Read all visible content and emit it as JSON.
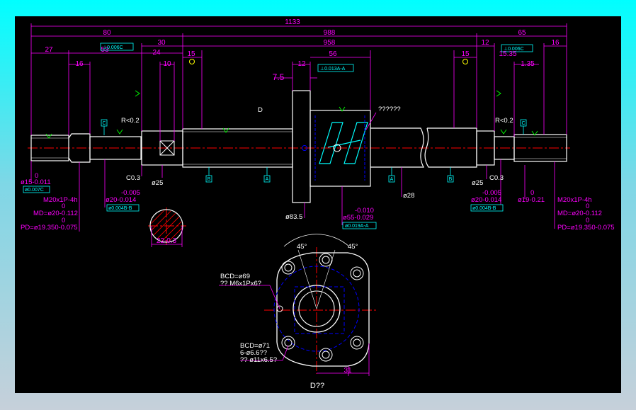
{
  "dims": {
    "overall": "1133",
    "left_80": "80",
    "center_988": "988",
    "right_65": "65",
    "d27": "27",
    "d53": "53",
    "d30": "30",
    "d24": "24",
    "d16_left": "16",
    "d10": "10",
    "d15_left": "15",
    "d958": "958",
    "d12_nut": "12",
    "d56": "56",
    "d7_5": "7.5",
    "d15_right": "15",
    "d12_right": "12",
    "d16_right": "16",
    "d15_35": "15.35",
    "d1_35": "1.35",
    "d31": "31",
    "d22": "22-0.3"
  },
  "notes": {
    "r_left": "R<0.2",
    "r_right": "R<0.2",
    "c03_left": "C0.3",
    "c03_right": "C0.3",
    "dia25_left": "ø25",
    "dia25_right": "ø25",
    "dia28": "ø28",
    "dia83": "ø83.5",
    "question_label": "??????",
    "d_label": "D",
    "view_title": "D??",
    "bcd69": "BCD=ø69",
    "m6": "?? M6x1Px6?",
    "bcd71": "BCD=ø71",
    "holes6": "6-ø6.6??",
    "cbore": "?? ø11x6.5?",
    "deg45_l": "45°",
    "deg45_r": "45°"
  },
  "tolerances": {
    "left_shaft": {
      "upper": "0",
      "value": "ø15-0.011",
      "frame": "ø0.007C"
    },
    "left_thread": {
      "spec": "M20x1P-4h",
      "md0": "0",
      "md": "MD=ø20-0.112",
      "pd0": "0",
      "pd": "PD=ø19.350-0.075"
    },
    "left_journal": {
      "upper": "-0.005",
      "value": "ø20-0.014",
      "frame": "ø0.004B-B"
    },
    "nut": {
      "upper": "-0.010",
      "value": "ø55-0.029",
      "frame": "ø0.019A-A"
    },
    "right_journal": {
      "upper": "-0.005",
      "value": "ø20-0.014",
      "frame": "ø0.004B-B"
    },
    "right_shaft": {
      "upper": "0",
      "value": "ø19-0.21"
    },
    "right_thread": {
      "spec": "M20x1P-4h",
      "md0": "0",
      "md": "MD=ø20-0.112",
      "pd0": "0",
      "pd": "PD=ø19.350-0.075"
    }
  },
  "frames": {
    "top_left": "⊥0.006C",
    "top_right": "⊥0.006C",
    "nut_top": "⊥0.013A-A"
  },
  "datums": {
    "c_left": "C",
    "c_right": "C",
    "b1": "B",
    "a1": "A",
    "a2": "A",
    "b2": "B"
  },
  "colors": {
    "background": "#000000",
    "dimension": "#ff00ff",
    "outline": "#ffffff",
    "centerline": "#ff0000",
    "hidden": "#0000ff",
    "symbol": "#00ff00",
    "datum": "#00ffff",
    "accent": "#ffff00"
  }
}
